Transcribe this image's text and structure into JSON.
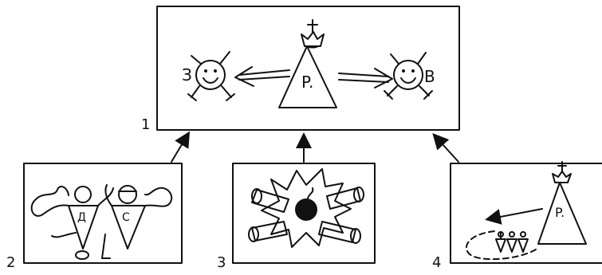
{
  "panels": [
    {
      "number": "1",
      "figures": {
        "center_letter": "P.",
        "left_letter": "З",
        "right_letter": "B"
      }
    },
    {
      "number": "2",
      "figures": {
        "left_letter": "Д",
        "right_letter": "С"
      }
    },
    {
      "number": "3",
      "figures": {}
    },
    {
      "number": "4",
      "figures": {
        "center_letter": "P."
      }
    }
  ]
}
